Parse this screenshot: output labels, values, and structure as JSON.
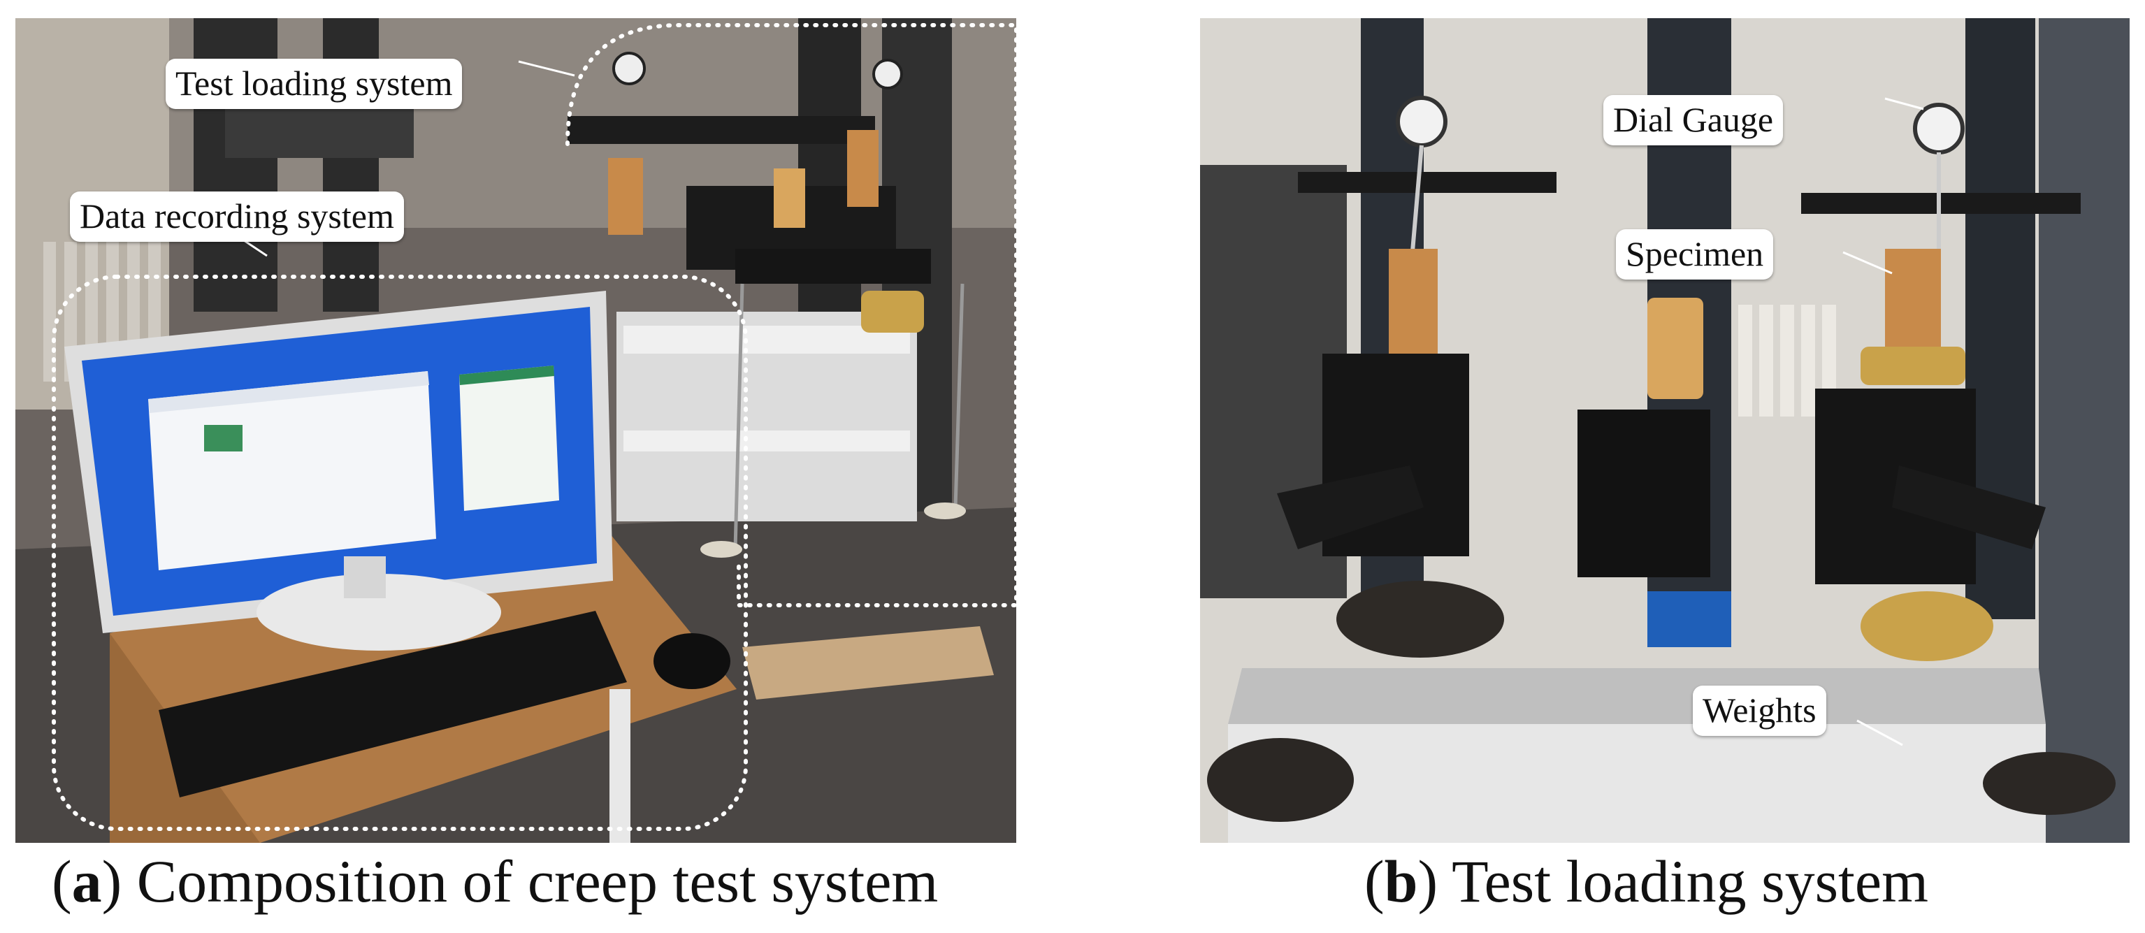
{
  "panel_a": {
    "labels": {
      "test_loading_system": "Test loading system",
      "data_recording_system": "Data recording system"
    },
    "caption": {
      "letter": "a",
      "text": "Composition of creep test system"
    }
  },
  "panel_b": {
    "labels": {
      "dial_gauge": "Dial Gauge",
      "specimen": "Specimen",
      "weights": "Weights"
    },
    "caption": {
      "letter": "b",
      "text": "Test loading system"
    }
  },
  "colors": {
    "background": "#ffffff",
    "desk_wood": "#b07a46",
    "frame_dark": "#222222",
    "monitor_screen_blue": "#1f5fd6",
    "specimen_tan": "#d9a65e",
    "brass": "#c9a24a",
    "dotted_outline": "#ffffff"
  }
}
